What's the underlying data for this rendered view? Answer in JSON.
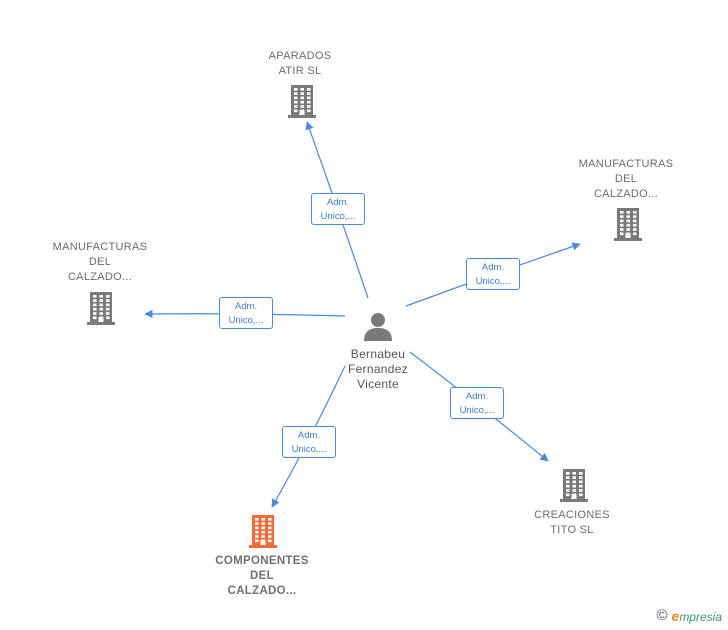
{
  "center": {
    "name": "Bernabeu\nFernandez\nVicente",
    "icon": "person-icon"
  },
  "nodes": [
    {
      "id": "aparados",
      "label": "APARADOS\nATIR  SL",
      "icon": "building-icon",
      "highlight": false
    },
    {
      "id": "manufacturas-right",
      "label": "MANUFACTURAS\nDEL\nCALZADO...",
      "icon": "building-icon",
      "highlight": false
    },
    {
      "id": "manufacturas-left",
      "label": "MANUFACTURAS\nDEL\nCALZADO...",
      "icon": "building-icon",
      "highlight": false
    },
    {
      "id": "componentes",
      "label": "COMPONENTES\nDEL\nCALZADO...",
      "icon": "building-icon",
      "highlight": true
    },
    {
      "id": "creaciones",
      "label": "CREACIONES\nTITO  SL",
      "icon": "building-icon",
      "highlight": false
    }
  ],
  "edges": [
    {
      "to": "aparados",
      "line1": "Adm.",
      "line2": "Unico,..."
    },
    {
      "to": "manufacturas-right",
      "line1": "Adm.",
      "line2": "Unico,..."
    },
    {
      "to": "manufacturas-left",
      "line1": "Adm.",
      "line2": "Unico,..."
    },
    {
      "to": "componentes",
      "line1": "Adm.",
      "line2": "Unico,..."
    },
    {
      "to": "creaciones",
      "line1": "Adm.",
      "line2": "Unico,..."
    }
  ],
  "colors": {
    "edge": "#4a89dc",
    "building": "#7a7a7a",
    "building_highlight": "#f26b3a",
    "person": "#7a7a7a"
  },
  "footer": {
    "copyright": "©",
    "brand_initial": "e",
    "brand_rest": "mpresia"
  }
}
